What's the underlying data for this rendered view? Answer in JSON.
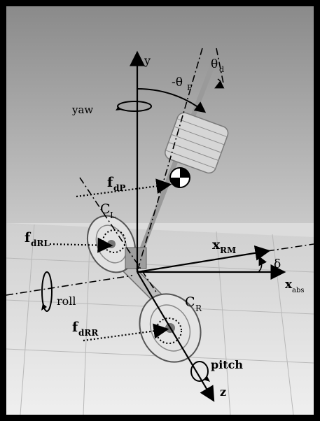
{
  "figure": {
    "labels": {
      "y": "y",
      "yaw": "yaw",
      "theta_d_sym": "θ",
      "theta_d_sub": "d",
      "theta_p_sym": "-θ",
      "theta_p_sub": "P",
      "f_dP": "f",
      "f_dP_sub": "dP",
      "C_L": "C",
      "C_L_sub": "L",
      "f_dRL": "f",
      "f_dRL_sub": "dRL",
      "x_RM": "x",
      "x_RM_sub": "RM",
      "delta": "δ",
      "x_abs": "x",
      "x_abs_sub": "abs",
      "roll": "roll",
      "C_R": "C",
      "C_R_sub": "R",
      "f_dRR": "f",
      "f_dRR_sub": "dRR",
      "pitch": "pitch",
      "z": "z"
    }
  }
}
